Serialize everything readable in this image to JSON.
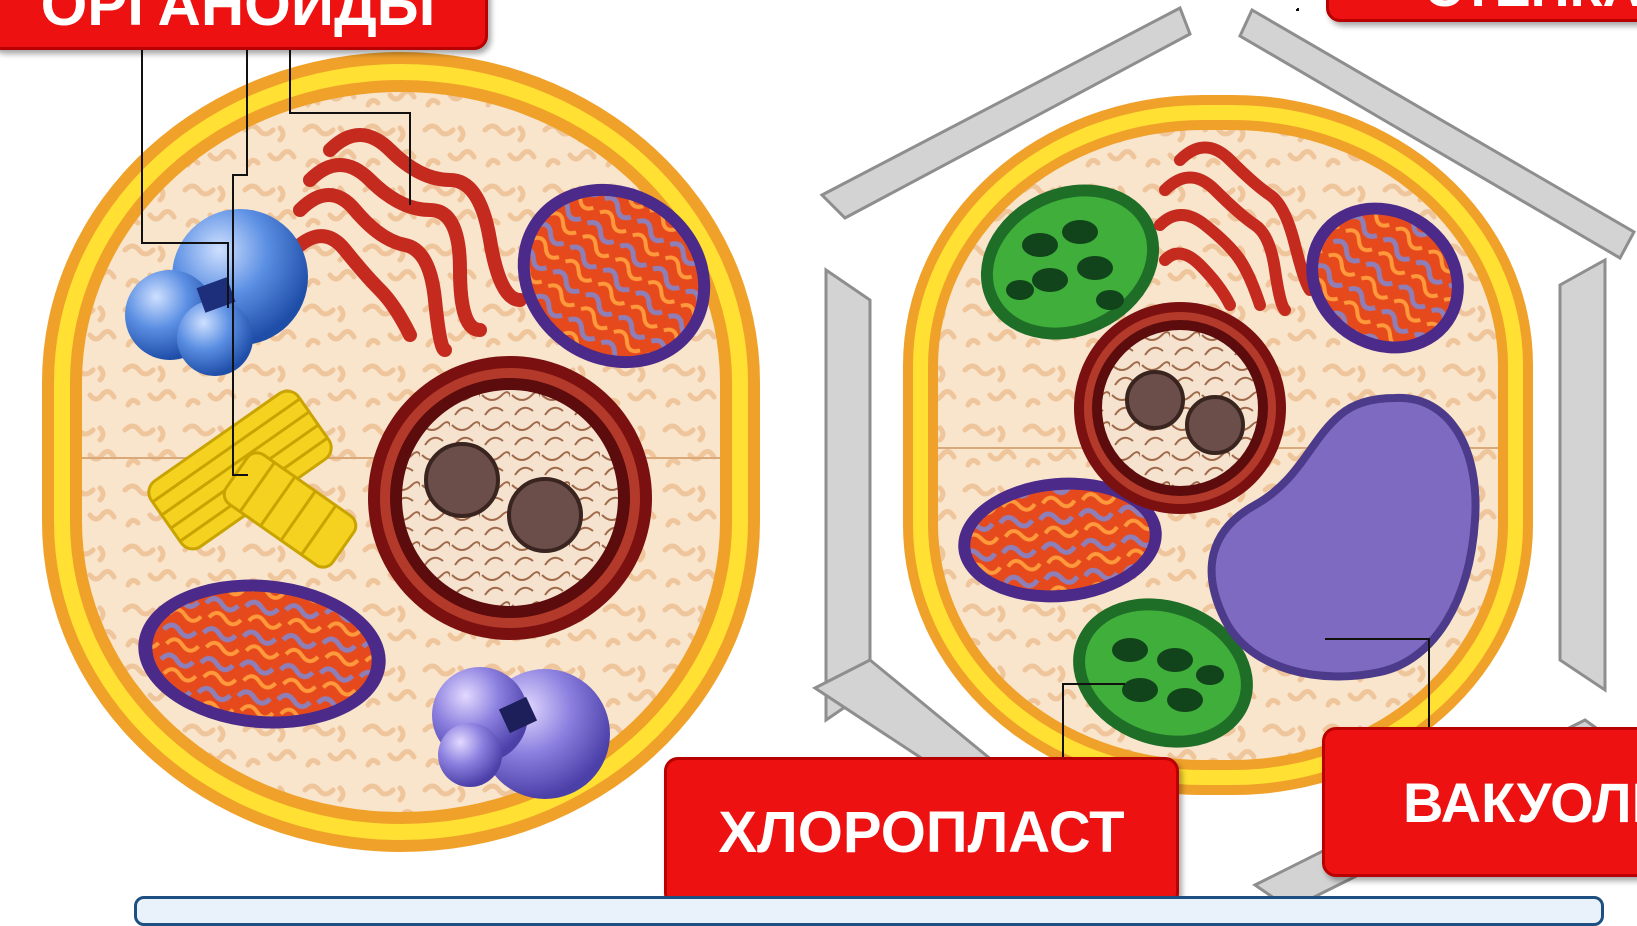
{
  "labels": {
    "organoids": "ОРГАНОИДЫ",
    "wall": "СТЕНКА",
    "chloroplast": "ХЛОРОПЛАСТ",
    "vacuole": "ВАКУОЛЬ"
  },
  "colors": {
    "label_fill": "#ee1111",
    "membrane_yellow": "#ffe033",
    "membrane_orange": "#f0a12a",
    "cytoplasm": "#f7dcc0",
    "golgi": "#c42a1e",
    "mitochondria_outer": "#4b2a8a",
    "mitochondria_inner": "#e24a1d",
    "nucleus_ring": "#8a1a1a",
    "chloroplast": "#1f7a2e",
    "vacuole": "#7e6ac0",
    "lysosome": "#3e7fd6",
    "centriole": "#f4d21f",
    "cell_wall": "#c8c8c8"
  }
}
